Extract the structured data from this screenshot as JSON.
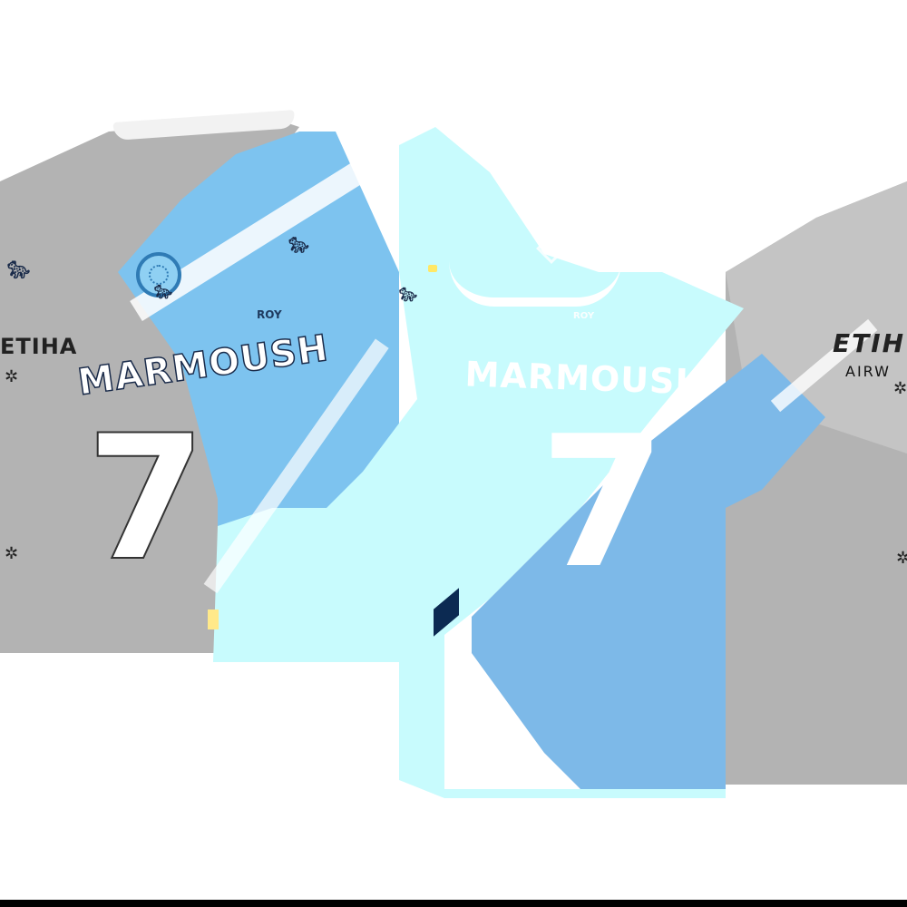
{
  "image": {
    "subject": "Manchester City home jersey product composite (front and back views)",
    "colors": {
      "background": "#ffffff",
      "gray_front_silhouette": "#b3b3b3",
      "mid_blue": "#7dc3ef",
      "light_cyan": "#c8fbfd",
      "navy_detail": "#1a2b4a",
      "bottom_bar": "#000000"
    }
  },
  "jersey_back": {
    "player_name": "MARMOUSH",
    "number": "7",
    "neck_label": "ROY"
  },
  "jersey_front_ghost": {
    "player_name": "MARMOUSH",
    "number": "7",
    "neck_label": "ROY",
    "sponsor_ghost": "ETIHA"
  },
  "sponsor": {
    "name": "ETIH",
    "sub": "AIRW"
  },
  "icons": {
    "crest": "club-crest-icon",
    "brand": "puma-logo-icon",
    "diamond": "diamond-icon",
    "stars": "✲"
  }
}
